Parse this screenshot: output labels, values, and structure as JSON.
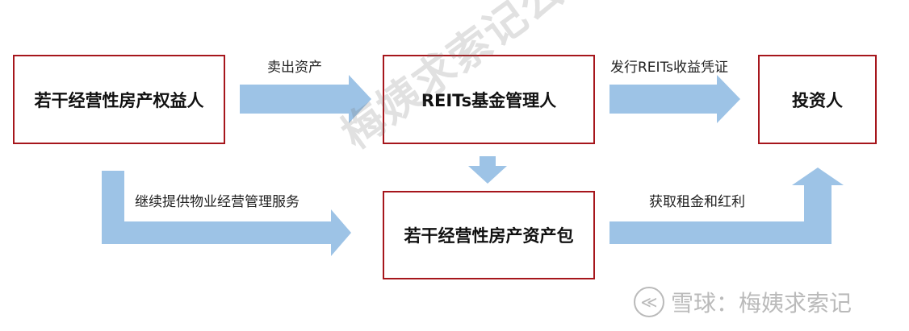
{
  "nodes": {
    "holder": "若干经营性房产权益人",
    "manager": "REITs基金管理人",
    "investor": "投资人",
    "package": "若干经营性房产资产包"
  },
  "edges": {
    "sell": "卖出资产",
    "issue": "发行REITs收益凭证",
    "service": "继续提供物业经营管理服务",
    "income": "获取租金和红利"
  },
  "watermark": {
    "diagonal": "梅姨求索记公众号",
    "logo_glyph": "≪",
    "footer": "雪球：梅姨求索记"
  },
  "colors": {
    "arrow": "#9dc3e6",
    "box_border": "#a6161c"
  }
}
